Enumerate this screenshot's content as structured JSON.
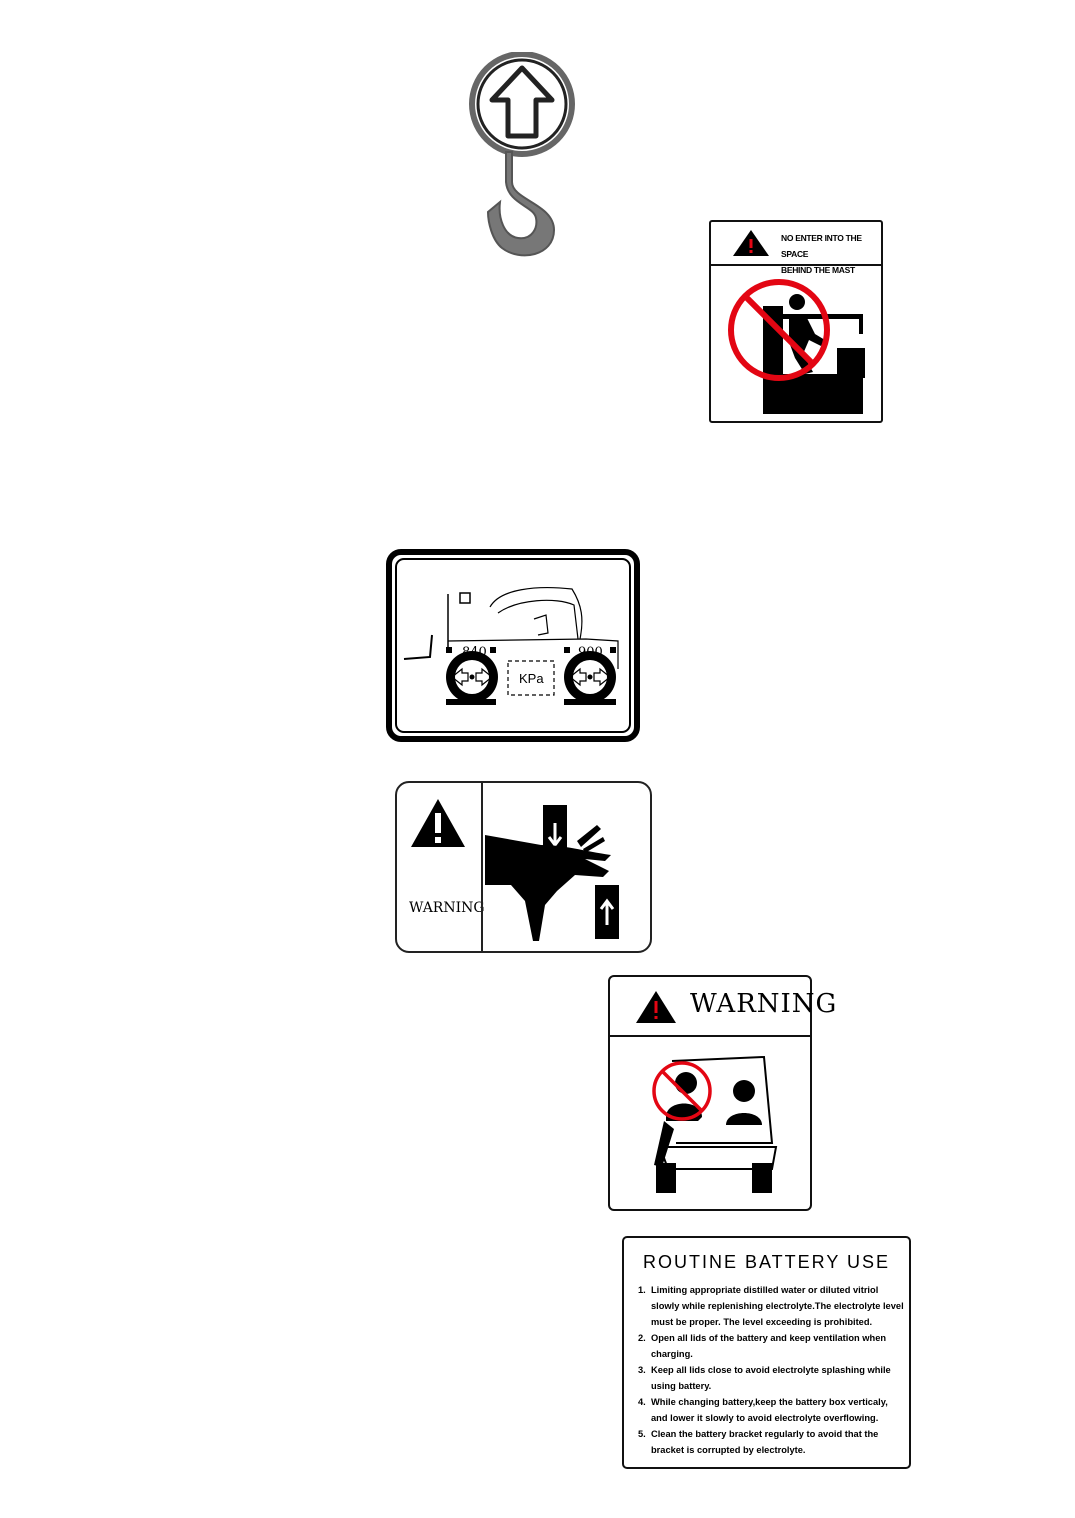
{
  "labels": {
    "hook": {
      "icon": "lift-hook-icon"
    },
    "no_enter": {
      "icon": "warning-triangle-icon",
      "line1": "NO ENTER INTO THE SPACE",
      "line2": "BEHIND THE MAST",
      "prohibition_color": "#e30613"
    },
    "tire_pressure": {
      "front_value": "840",
      "rear_value": "900",
      "unit": "KPa"
    },
    "pinch": {
      "icon": "warning-triangle-icon",
      "word": "WARNING"
    },
    "passenger": {
      "icon": "warning-triangle-icon",
      "word": "WARNING",
      "prohibition_color": "#e30613"
    },
    "battery": {
      "title": "ROUTINE BATTERY USE",
      "items": [
        {
          "num": "1.",
          "text": "Limiting appropriate distilled water or diluted vitriol slowly while replenishing electrolyte.The electrolyte level must be proper. The level exceeding is prohibited."
        },
        {
          "num": "2.",
          "text": "Open all lids of the battery and keep ventilation when charging."
        },
        {
          "num": "3.",
          "text": "Keep all lids close to avoid electrolyte splashing while using battery."
        },
        {
          "num": "4.",
          "text": "While changing battery,keep the battery box verticaly, and lower it slowly to avoid electrolyte overflowing."
        },
        {
          "num": "5.",
          "text": "Clean the battery bracket regularly to avoid that the bracket is corrupted by electrolyte."
        }
      ]
    }
  }
}
